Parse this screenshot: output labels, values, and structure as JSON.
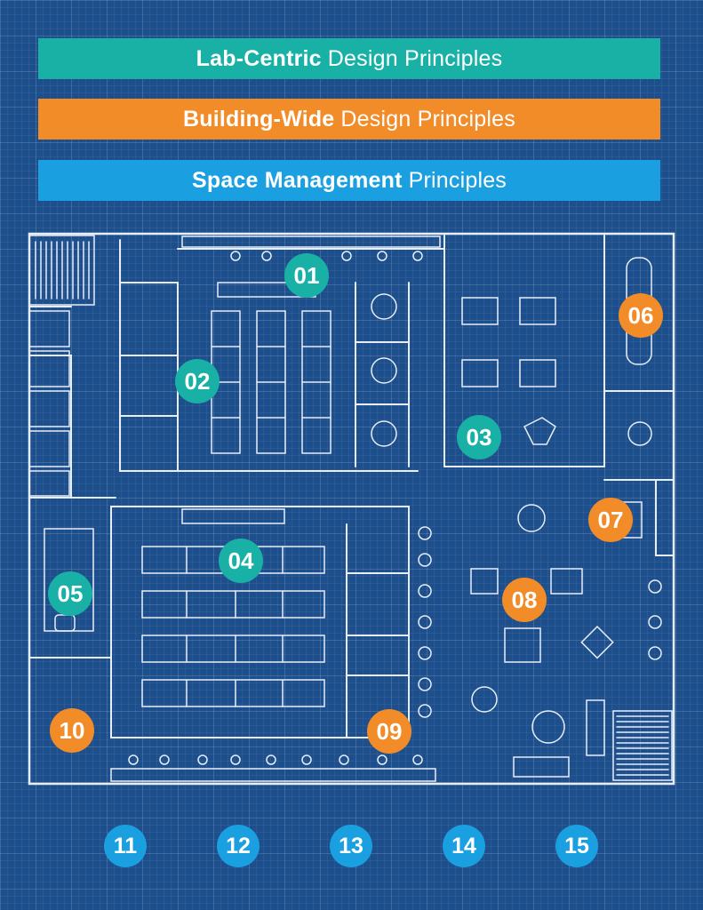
{
  "colors": {
    "background": "#1d4f8c",
    "lab_centric": "#19b1a6",
    "building_wide": "#f28c28",
    "space_management": "#1a9fe0",
    "lines": "#e8eef7"
  },
  "banners": [
    {
      "bold": "Lab-Centric",
      "rest": "Design Principles",
      "color": "#19b1a6"
    },
    {
      "bold": "Building-Wide",
      "rest": "Design Principles",
      "color": "#f28c28"
    },
    {
      "bold": "Space Management",
      "rest": "Principles",
      "color": "#1a9fe0"
    }
  ],
  "markers": [
    {
      "label": "01",
      "color": "#19b1a6"
    },
    {
      "label": "02",
      "color": "#19b1a6"
    },
    {
      "label": "03",
      "color": "#19b1a6"
    },
    {
      "label": "04",
      "color": "#19b1a6"
    },
    {
      "label": "05",
      "color": "#19b1a6"
    },
    {
      "label": "06",
      "color": "#f28c28"
    },
    {
      "label": "07",
      "color": "#f28c28"
    },
    {
      "label": "08",
      "color": "#f28c28"
    },
    {
      "label": "09",
      "color": "#f28c28"
    },
    {
      "label": "10",
      "color": "#f28c28"
    },
    {
      "label": "11",
      "color": "#1a9fe0"
    },
    {
      "label": "12",
      "color": "#1a9fe0"
    },
    {
      "label": "13",
      "color": "#1a9fe0"
    },
    {
      "label": "14",
      "color": "#1a9fe0"
    },
    {
      "label": "15",
      "color": "#1a9fe0"
    }
  ]
}
